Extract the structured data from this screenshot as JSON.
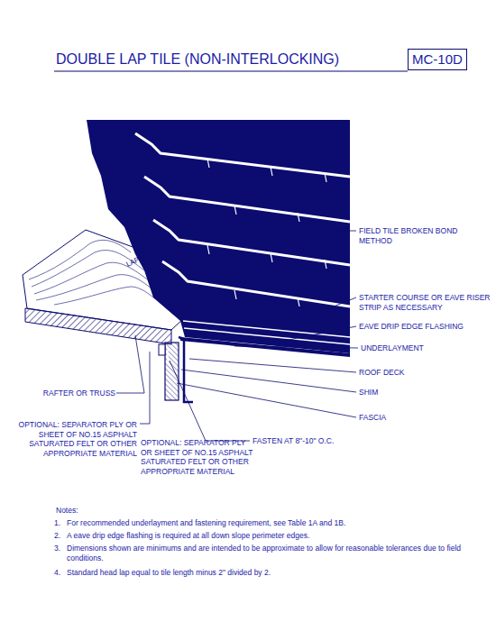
{
  "diagram": {
    "title": "DOUBLE LAP TILE (NON-INTERLOCKING)",
    "nodes": [
      {
        "text": [
          "MC-10D"
        ]
      }
    ],
    "labels": [
      "FIELD TILE BROKEN BOND METHOD",
      "STARTER COURSE OR EAVE RISER STRIP AS NECESSARY",
      "EAVE DRIP EDGE FLASHING",
      "UNDERLAYMENT",
      "ROOF DECK",
      "SHIM",
      "FASCIA",
      "RAFTER OR TRUSS",
      "OPTIONAL: SEPARATOR PLY OR SHEET OF NO.15 ASPHALT SATURATED FELT OR OTHER APPROPRIATE MATERIAL",
      "OPTIONAL: SEPARATOR PLY OR SHEET OF NO.15 ASPHALT SATURATED FELT OR OTHER APPROPRIATE MATERIAL",
      "FASTEN AT 8\"-10\" O.C.",
      "LAP",
      "Notes:",
      "1.",
      "For recommended underlayment and fastening requirement, see Table 1A and 1B.",
      "2.",
      "A eave drip edge flashing is required at all down slope perimeter edges.",
      "3.",
      "Dimensions shown are minimums and are intended to be approximate to allow for reasonable tolerances due to field conditions.",
      "4.",
      "Standard head lap equal to tile length minus 2\" divided by 2."
    ]
  }
}
